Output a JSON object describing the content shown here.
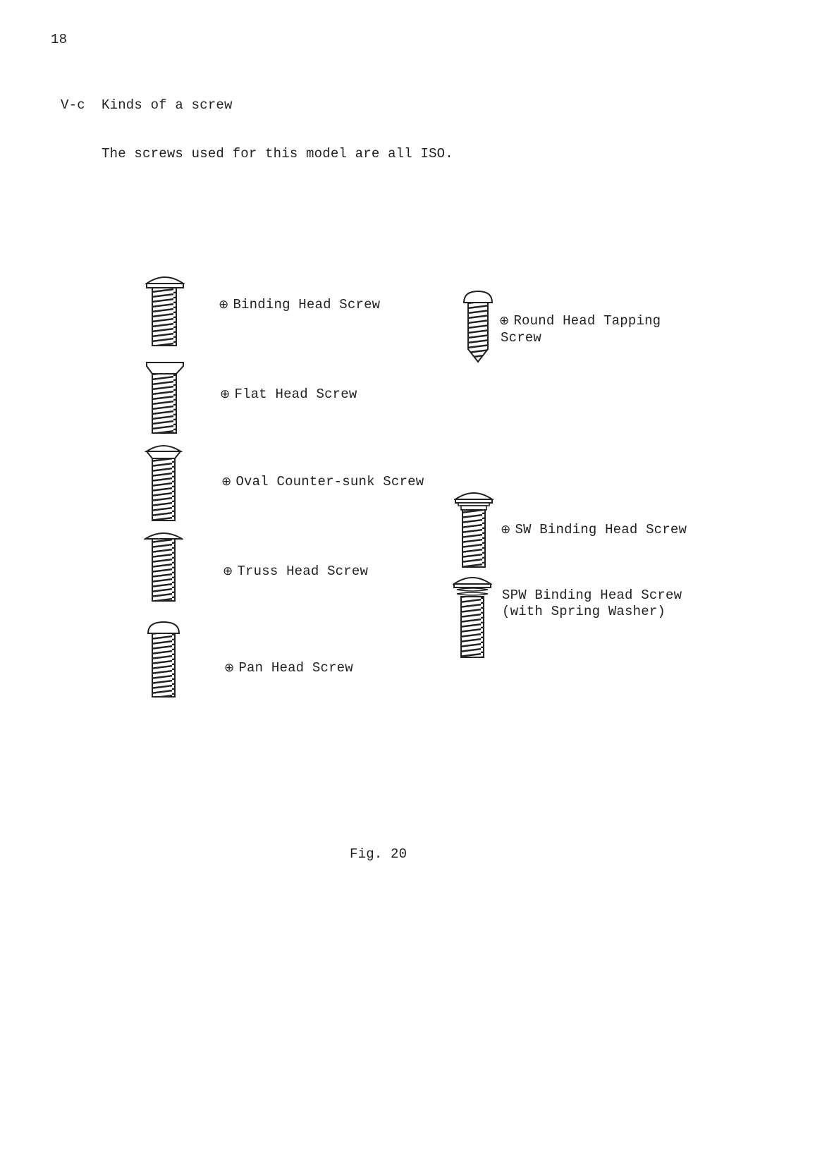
{
  "page": {
    "number": "18",
    "section_id": "V-c",
    "section_title": "Kinds of a screw",
    "intro": "The screws used for this model are all ISO.",
    "figure_caption": "Fig. 20"
  },
  "screws": {
    "binding": {
      "symbol": "⊕",
      "label": "Binding Head Screw",
      "icon": "binding-head-screw-icon"
    },
    "flat": {
      "symbol": "⊕",
      "label": "Flat Head Screw",
      "icon": "flat-head-screw-icon"
    },
    "oval": {
      "symbol": "⊕",
      "label": "Oval Counter-sunk Screw",
      "icon": "oval-countersunk-screw-icon"
    },
    "truss": {
      "symbol": "⊕",
      "label": "Truss Head Screw",
      "icon": "truss-head-screw-icon"
    },
    "pan": {
      "symbol": "⊕",
      "label": "Pan Head Screw",
      "icon": "pan-head-screw-icon"
    },
    "round_tapping": {
      "symbol": "⊕",
      "label_line1": "Round Head Tapping",
      "label_line2": "Screw",
      "icon": "round-head-tapping-screw-icon"
    },
    "sw_binding": {
      "symbol": "⊕",
      "label": "SW Binding Head Screw",
      "icon": "sw-binding-head-screw-icon"
    },
    "spw_binding": {
      "label_line1": "SPW Binding Head Screw",
      "label_line2": "(with Spring Washer)",
      "icon": "spw-binding-head-screw-icon"
    }
  },
  "colors": {
    "ink": "#222222",
    "paper": "#ffffff"
  }
}
